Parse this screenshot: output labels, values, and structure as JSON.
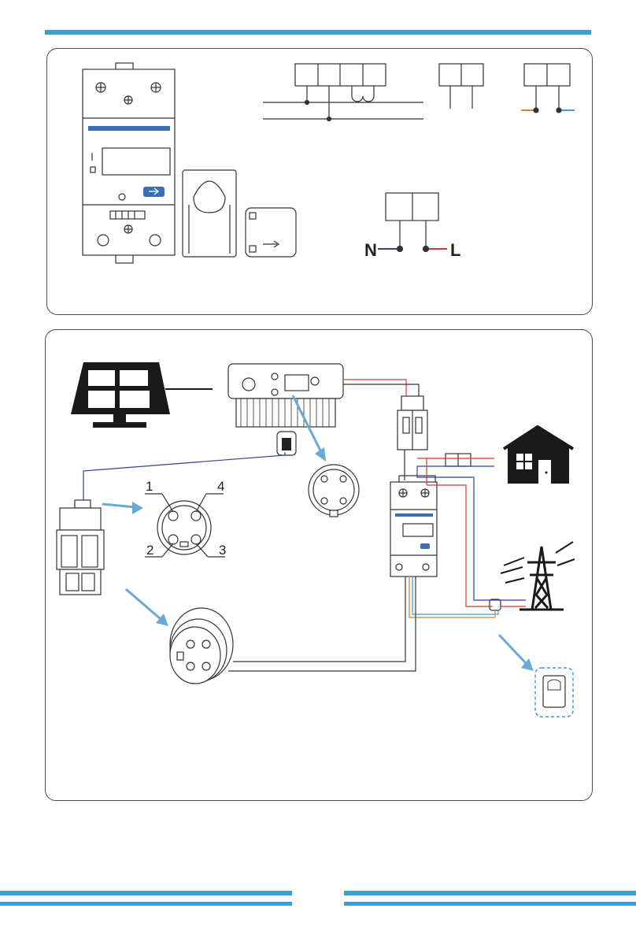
{
  "colors": {
    "accent": "#3a9fd1",
    "wire_red": "#d23a3a",
    "wire_blue": "#2f3f9a",
    "wire_orange": "#e07a2e",
    "wire_light_blue": "#3a9fd1",
    "arrow": "#6aa9d6"
  },
  "top_panel": {
    "terminal_labels": {
      "neutral": "N",
      "live": "L"
    }
  },
  "connector": {
    "pin_labels": [
      "1",
      "4",
      "2",
      "3"
    ]
  },
  "icons": [
    "meter-icon",
    "ct-clamp-icon",
    "solar-panel-icon",
    "inverter-icon",
    "breaker-icon",
    "house-icon",
    "power-tower-icon",
    "connector-icon"
  ]
}
